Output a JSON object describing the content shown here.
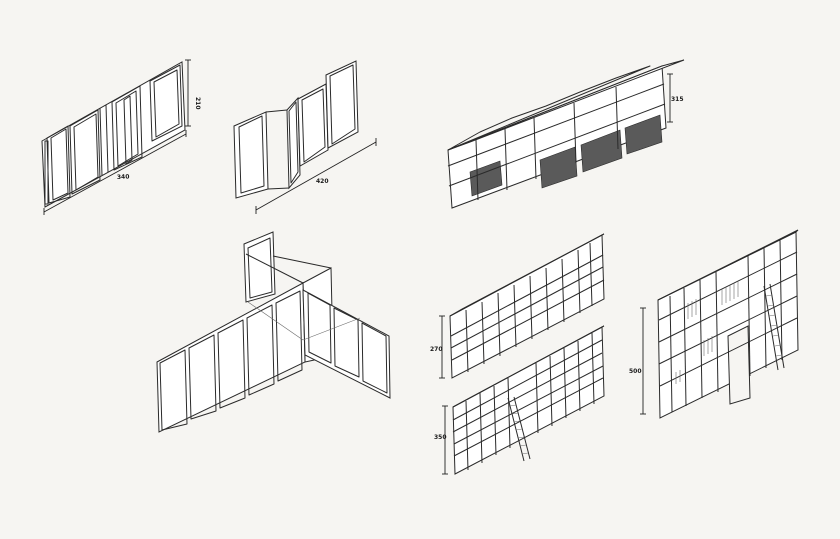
{
  "drawings": {
    "sliding_partition": {
      "width_label": "340",
      "height_label": "210"
    },
    "hinged_partition": {
      "width_label": "420"
    },
    "bookcase_top_right": {
      "height_label": "315"
    },
    "bookcase_middle": {
      "height_label": "270"
    },
    "bookcase_bottom": {
      "height_label": "350"
    },
    "bookcase_large": {
      "height_label": "500"
    }
  }
}
